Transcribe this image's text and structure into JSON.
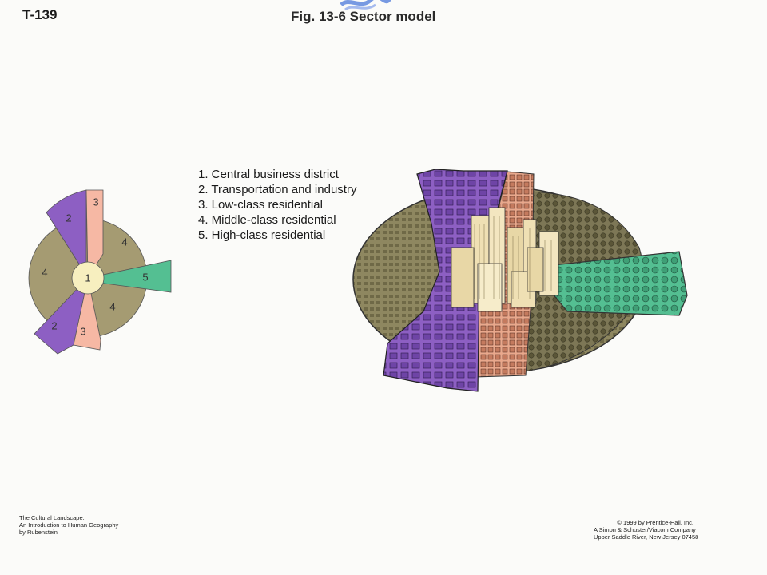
{
  "header": {
    "slide_code": "T-139",
    "figure_title": "Fig. 13-6  Sector model"
  },
  "legend": {
    "items": [
      "1. Central business district",
      "2. Transportation and industry",
      "3. Low-class residential",
      "4. Middle-class residential",
      "5. High-class residential"
    ]
  },
  "sector_diagram": {
    "colors": {
      "cbd": "#f7efbf",
      "transportation": "#8d5fc3",
      "low_class": "#f6b8a4",
      "middle_class": "#a59b72",
      "high_class": "#54bf92"
    },
    "labels": {
      "cbd": "1",
      "transport_top": "2",
      "transport_bottom": "2",
      "low_top": "3",
      "low_bottom": "3",
      "middle_top_right": "4",
      "middle_left": "4",
      "middle_bottom_right": "4",
      "high": "5"
    }
  },
  "credits": {
    "left": [
      "The Cultural Landscape:",
      "An Introduction to Human Geography",
      "by Rubenstein"
    ],
    "right": [
      "© 1999 by Prentice-Hall, Inc.",
      "A Simon & Schuster/Viacom Company",
      "Upper Saddle River, New Jersey 07458"
    ]
  }
}
